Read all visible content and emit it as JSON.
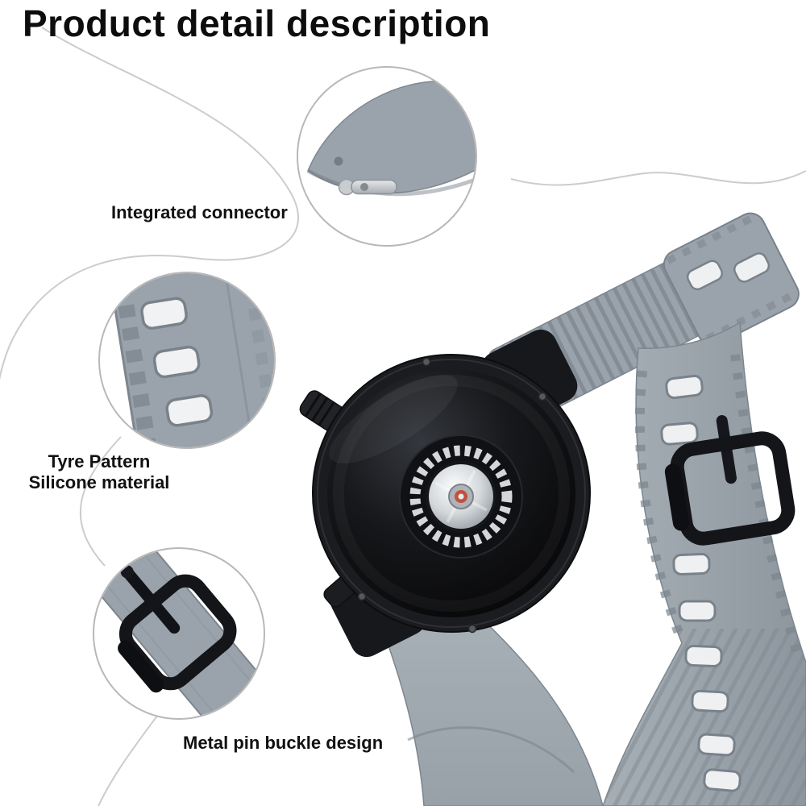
{
  "page": {
    "title": "Product detail description"
  },
  "callouts": {
    "connector": {
      "label": "Integrated connector"
    },
    "tyre": {
      "label_line1": "Tyre Pattern",
      "label_line2": "Silicone material"
    },
    "buckle": {
      "label": "Metal pin buckle design"
    }
  },
  "colors": {
    "background": "#ffffff",
    "title_text": "#0d0d0d",
    "label_text": "#111111",
    "strap_gray": "#9aa3ab",
    "strap_shadow": "#7b848c",
    "strap_highlight": "#b7bec5",
    "watch_black": "#141519",
    "sensor_silver": "#d4d8db",
    "sensor_center_red": "#c2503a",
    "callout_ring": "#b8b8b8",
    "curve_line": "#cccccc"
  }
}
